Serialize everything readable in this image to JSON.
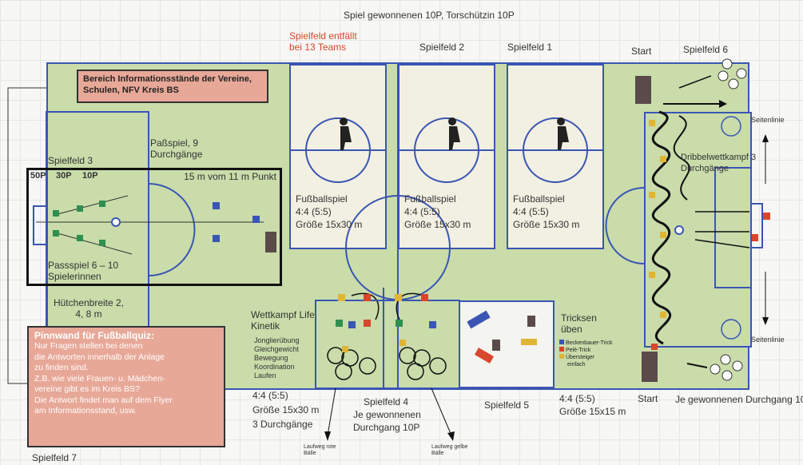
{
  "header": {
    "top_title": "Spiel gewonnenen 10P, Torschützin 10P",
    "spielfeld_entfaellt": "Spielfeld entfällt bei 13 Teams",
    "spielfeld2": "Spielfeld 2",
    "spielfeld1": "Spielfeld 1",
    "start_top": "Start",
    "spielfeld6": "Spielfeld 6"
  },
  "info_stands": "Bereich Informationsstände der Vereine, Schulen, NFV Kreis BS",
  "spielfeld3": {
    "title": "Spielfeld 3",
    "points": [
      "50P",
      "30P",
      "10P"
    ],
    "passspiel_top": "Paßspiel, 9 Durchgänge",
    "distance": "15 m vom 11 m Punkt",
    "passspiel_bottom": "Passspiel 6 – 10 Spielerinnen",
    "huetchen": "Hütchenbreite 2, 4, 8 m"
  },
  "pitches": [
    {
      "line1": "Fußballspiel",
      "line2": "4:4 (5:5)",
      "line3": "Größe 15x30 m"
    },
    {
      "line1": "Fußballspiel",
      "line2": "4:4 (5:5)",
      "line3": "Größe 15x30 m"
    },
    {
      "line1": "Fußballspiel",
      "line2": "4:4 (5:5)",
      "line3": "Größe 15x30 m"
    }
  ],
  "spielfeld6": {
    "dribbel": "Dribbelwettkampf 3 Durchgänge",
    "start_bottom": "Start",
    "result": "Je gewonnenen Durchgang 10P",
    "side_label_top": "Seitenlinie",
    "side_label_bottom": "Seitenlinie"
  },
  "pinnwand": {
    "title": "Pinnwand für Fußballquiz:",
    "lines": [
      "Nur Fragen stellen bei denen",
      "die Antworten innerhalb der Anlage",
      "zu finden sind.",
      "Z.B. wie viele Frauen- u. Mädchen-",
      "vereine gibt es im Kreis BS?",
      "Die Antwort findet man auf dem Flyer",
      "am Informationsstand, usw."
    ]
  },
  "spielfeld4": {
    "title": "Wettkampf Life Kinetik",
    "small": [
      "Jonglierübung",
      "Gleichgewicht",
      "Bewegung",
      "Koordination",
      "Laufen"
    ],
    "size1": "4:4 (5:5)",
    "size2": "Größe 15x30 m",
    "size3": "3 Durchgänge",
    "name": "Spielfeld 4",
    "result1": "Je gewonnenen",
    "result2": "Durchgang 10P",
    "lauf_left": "Laufweg rote Bälle",
    "lauf_right": "Laufweg gelbe Bälle"
  },
  "spielfeld5": {
    "title": "Tricksen üben",
    "legend": [
      "Beckenbauer-Trick",
      "Pelé-Trick",
      "Übersteiger"
    ],
    "legend_last": "einfach",
    "name": "Spielfeld 5",
    "size1": "4:4 (5:5)",
    "size2": "Größe 15x15 m"
  },
  "spielfeld7": "Spielfeld 7",
  "colors": {
    "grass": "#c9dcaa",
    "line": "#3a55b3",
    "pink": "#e8a898"
  }
}
